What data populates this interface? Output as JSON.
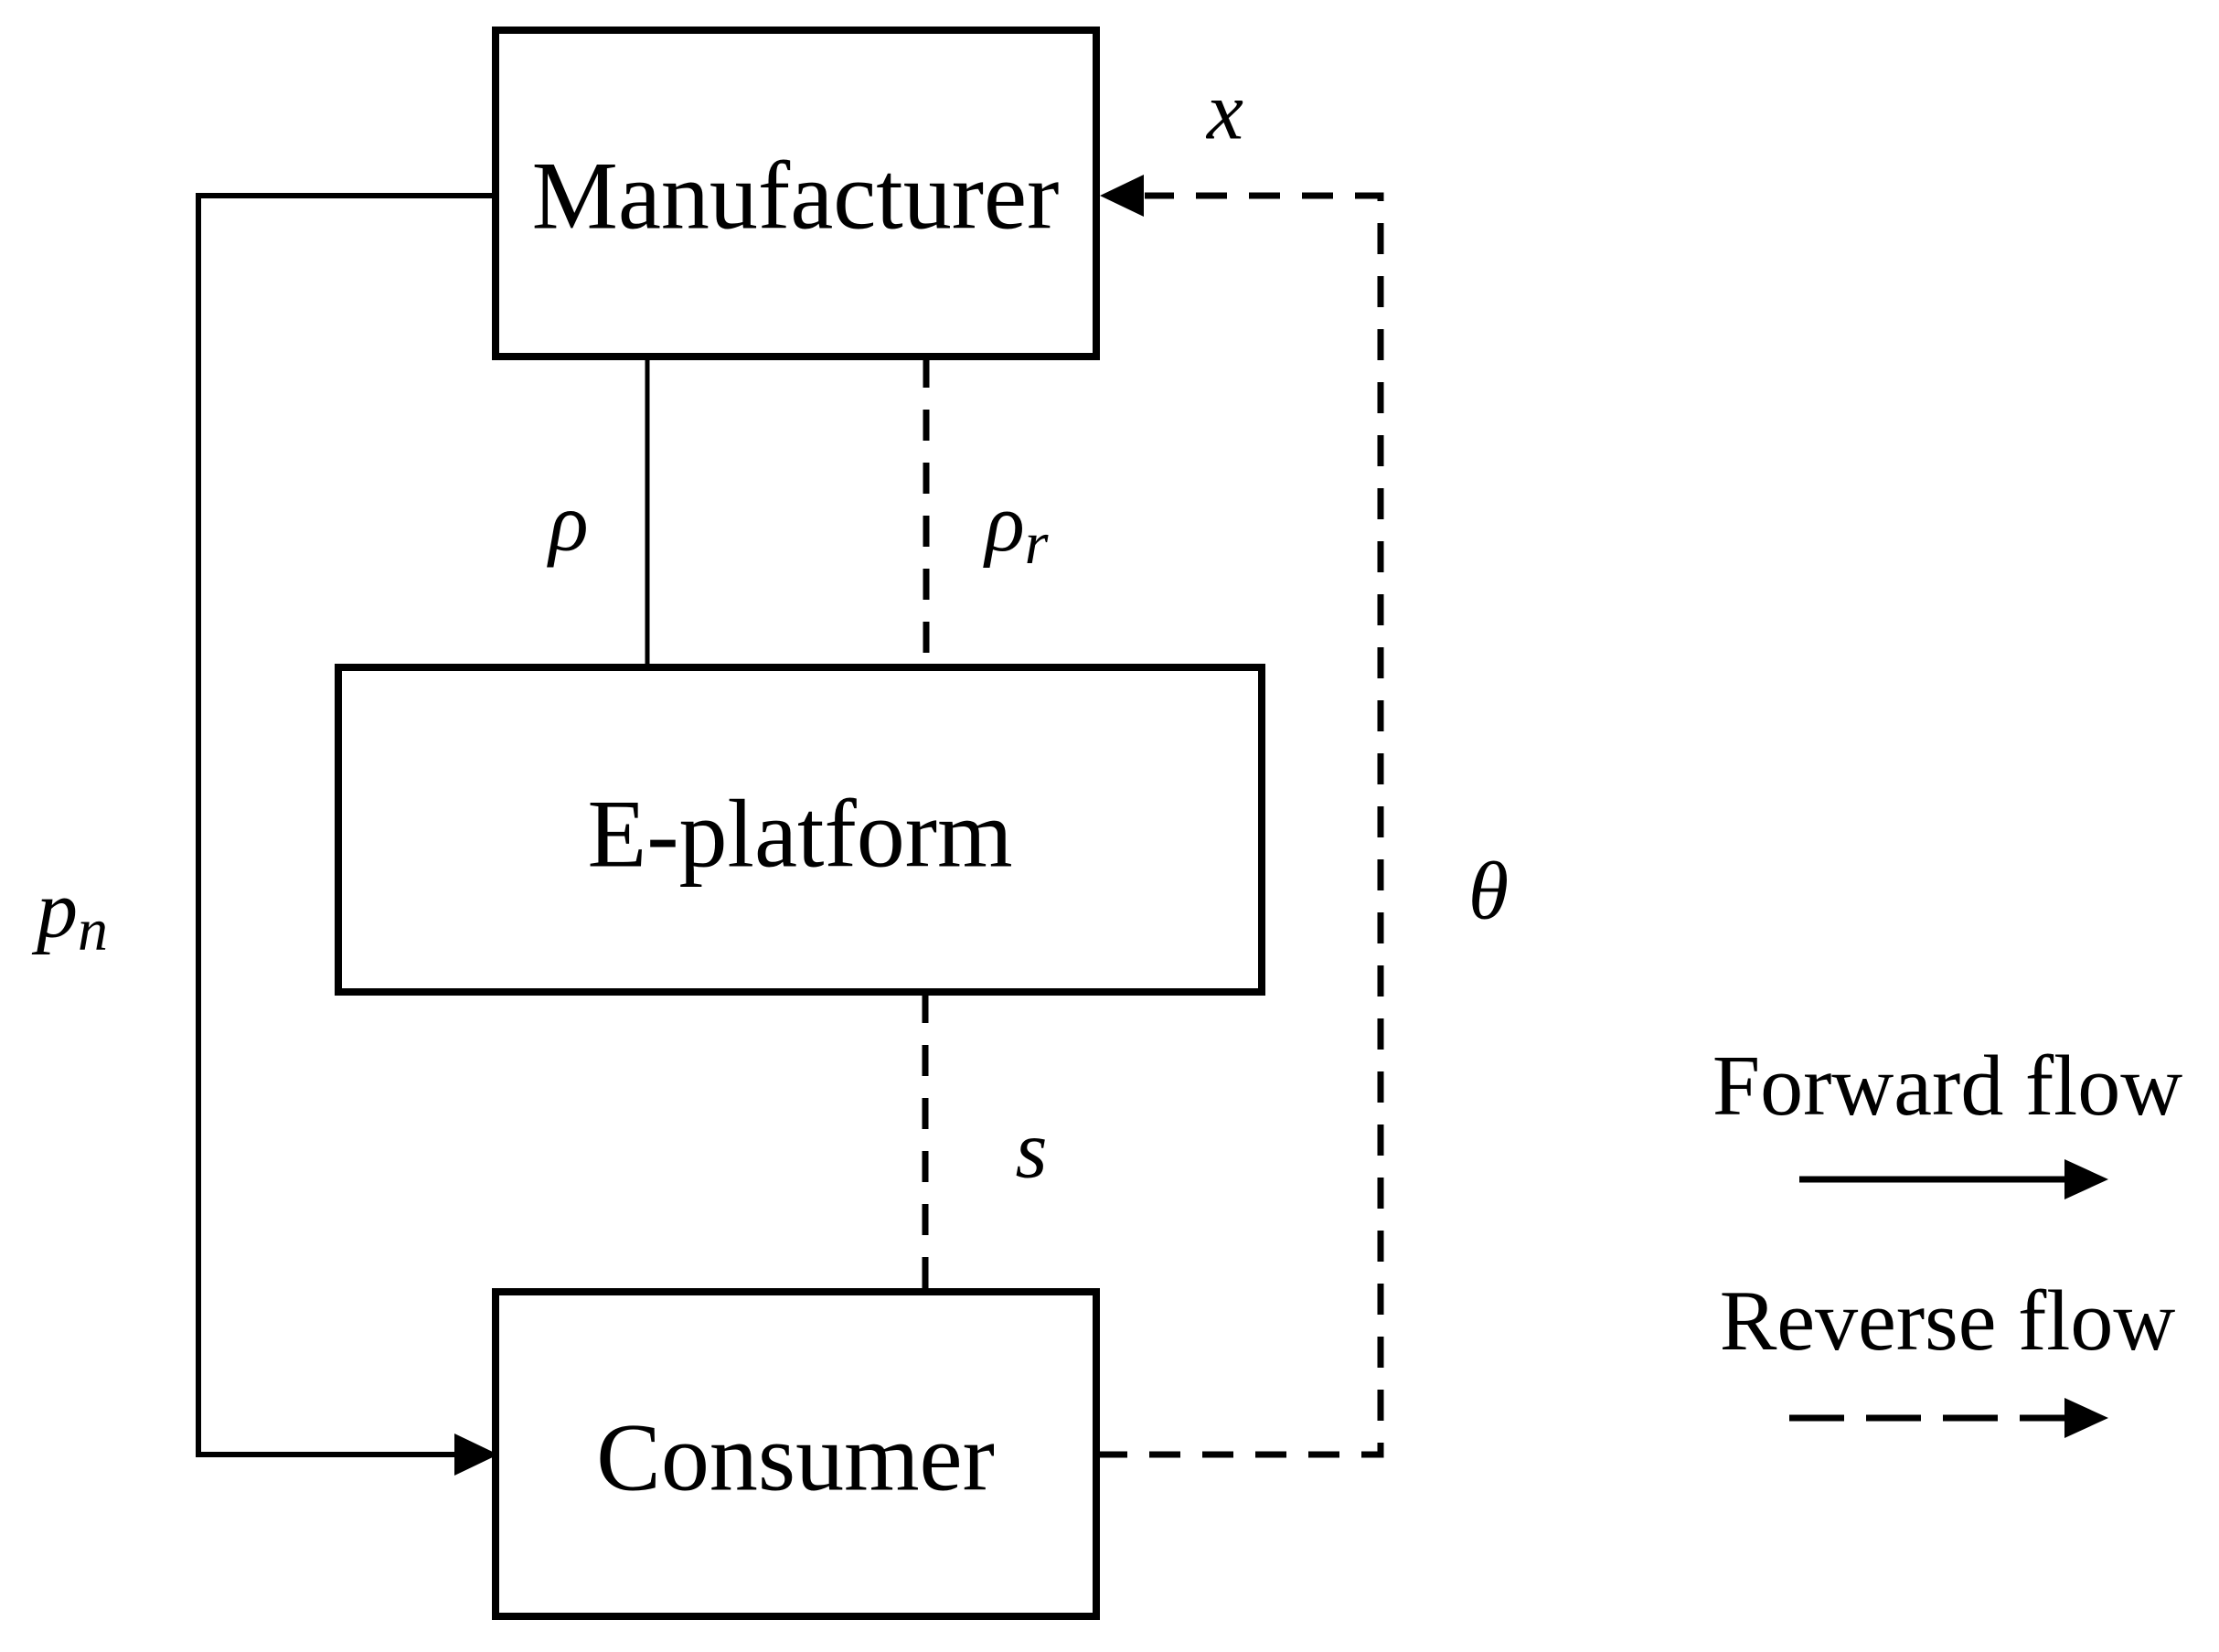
{
  "diagram": {
    "nodes": {
      "manufacturer": "Manufacturer",
      "eplatform": "E-platform",
      "consumer": "Consumer"
    },
    "edge_labels": {
      "pn_base": "p",
      "pn_sub": "n",
      "rho": "ρ",
      "rho_r_base": "ρ",
      "rho_r_sub": "r",
      "s": "s",
      "x": "x",
      "theta": "θ"
    },
    "legend": {
      "forward_label": "Forward flow",
      "reverse_label": "Reverse flow"
    },
    "colors": {
      "ink": "#000000",
      "background": "#ffffff"
    }
  }
}
